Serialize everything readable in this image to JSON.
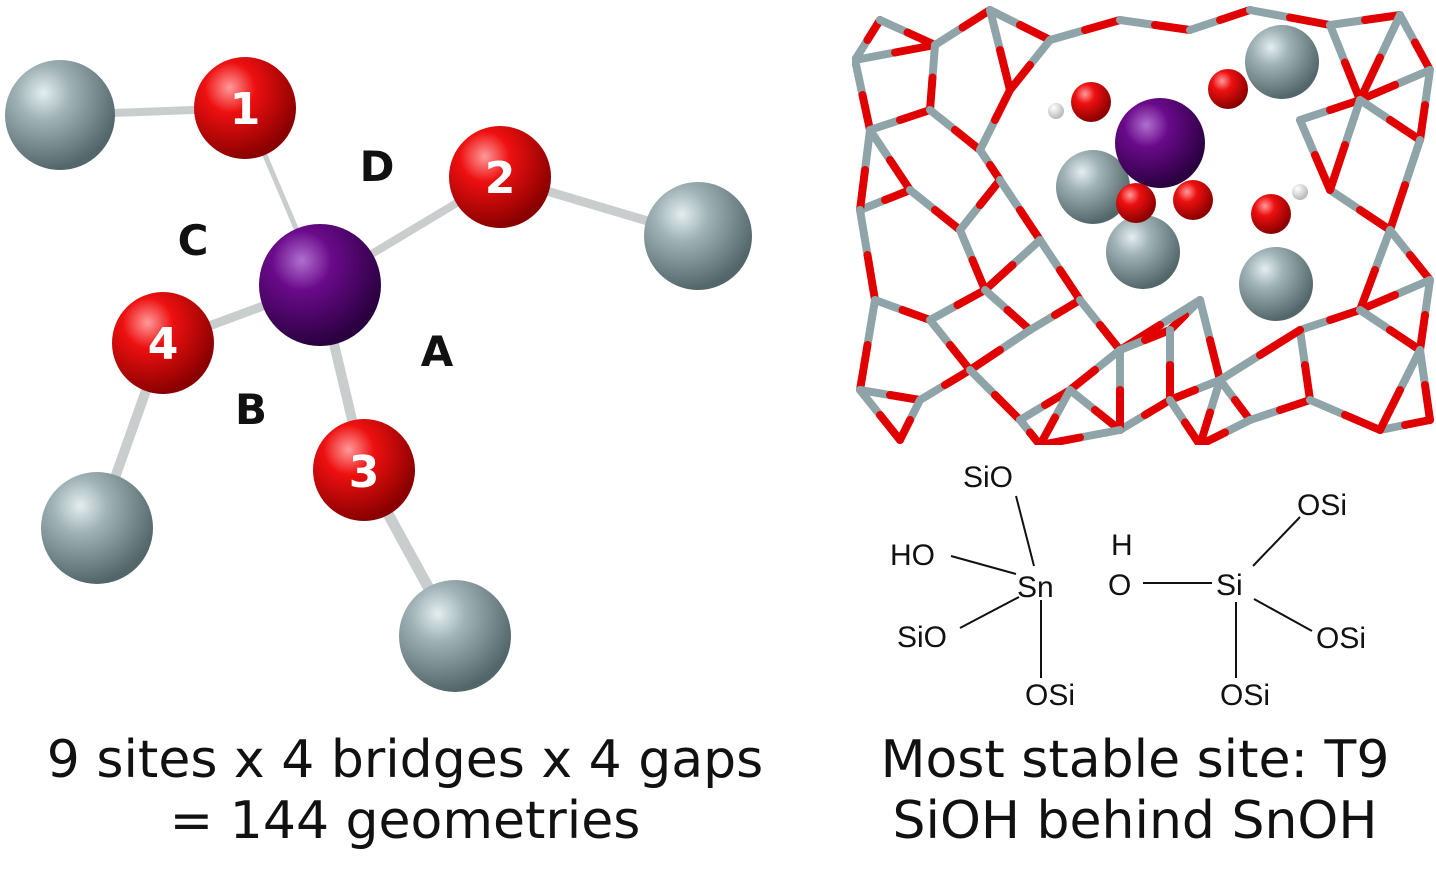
{
  "cluster": {
    "oxygen_labels": [
      "1",
      "2",
      "3",
      "4"
    ],
    "gap_labels": [
      "D",
      "C",
      "A",
      "B"
    ]
  },
  "schematic": {
    "sn_center": "Sn",
    "sn_subs": [
      "SiO",
      "HO",
      "SiO",
      "OSi"
    ],
    "si_center": "Si",
    "si_h": "H",
    "si_o": "O",
    "si_subs": [
      "OSi",
      "OSi",
      "OSi"
    ]
  },
  "captions": {
    "left_line1": "9 sites x 4 bridges x 4 gaps",
    "left_line2": "= 144 geometries",
    "right_line1": "Most stable site: T9",
    "right_line2": "SiOH behind SnOH"
  },
  "colors": {
    "oxygen": "#e00000",
    "tin": "#6a0a8a",
    "silicon": "#8fa4a8",
    "hydrogen": "#ffffff",
    "bond": "#cfd3d4",
    "framework_si": "#8fa4a8",
    "framework_o": "#e00000"
  }
}
